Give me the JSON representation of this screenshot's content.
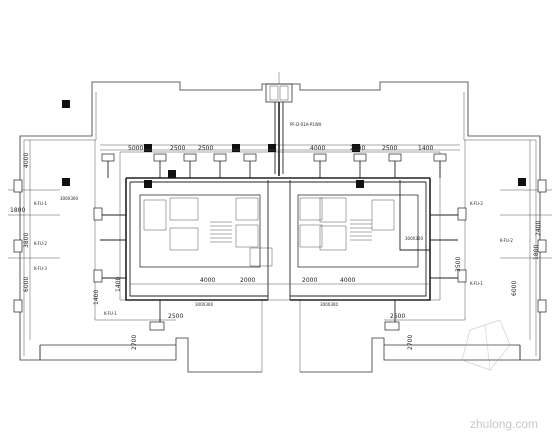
{
  "dimensions_top": [
    "5000",
    "2500",
    "2500",
    "4000",
    "2500",
    "2500",
    "1400"
  ],
  "dimensions_left": [
    "4000",
    "1800",
    "3800",
    "6000",
    "1400"
  ],
  "dimensions_right": [
    "2400",
    "1800",
    "3500",
    "6000"
  ],
  "dimensions_bottom": [
    "4000",
    "2000",
    "2000",
    "4000",
    "1400"
  ],
  "dimensions_bottom_corner": [
    "2500",
    "2700",
    "2500",
    "2700"
  ],
  "duct_label_top": "PF-D-01A-P1WX",
  "grille_label": "300X300",
  "unit_label_left": [
    "K-FU-1",
    "K-FU-2",
    "K-FU-3",
    "K-FU-1"
  ],
  "unit_label_right": [
    "K-FU-2",
    "K-FU-2",
    "K-FU-1"
  ],
  "watermark": "zhulong.com"
}
